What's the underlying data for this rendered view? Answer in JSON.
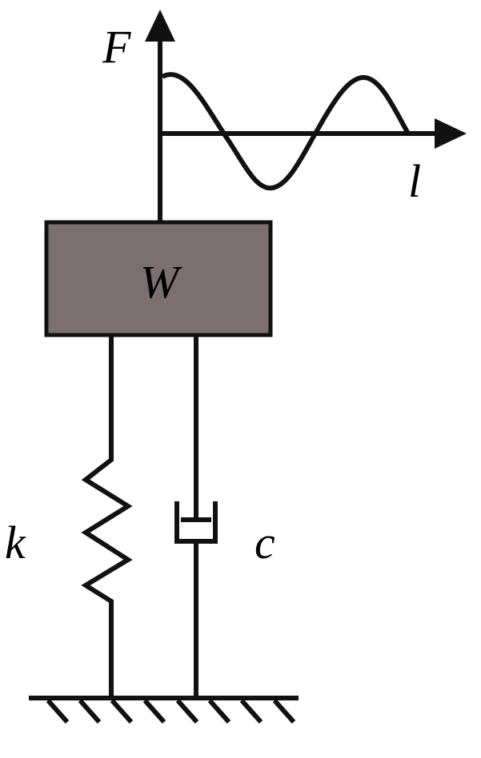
{
  "labels": {
    "force": "F",
    "displacement": "l",
    "mass": "W",
    "spring": "k",
    "damper": "c"
  },
  "colors": {
    "stroke": "#111111",
    "mass_fill": "#7b706f",
    "background": "#ffffff"
  }
}
